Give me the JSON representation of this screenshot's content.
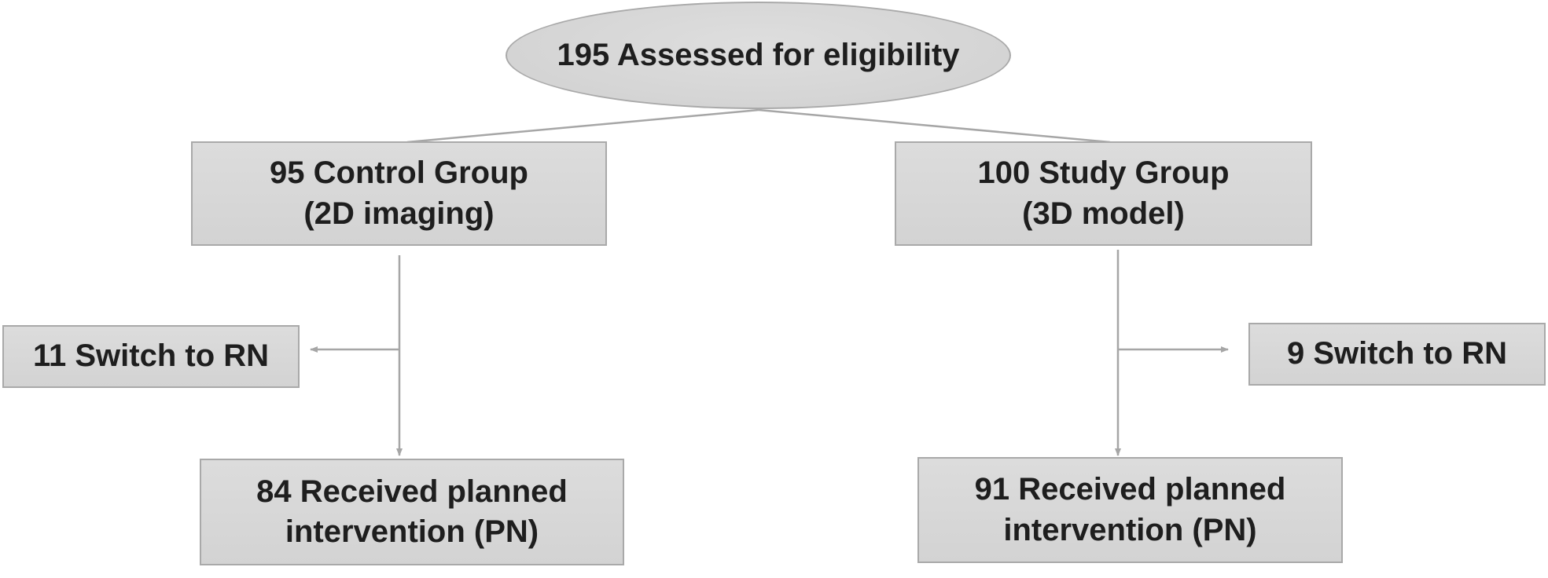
{
  "diagram": {
    "root": {
      "line1": "195 Assessed for eligibility"
    },
    "control_group": {
      "line1": "95 Control Group",
      "line2": "(2D imaging)"
    },
    "study_group": {
      "line1": "100 Study Group",
      "line2": "(3D model)"
    },
    "control_switch": {
      "line1": "11 Switch to RN"
    },
    "study_switch": {
      "line1": "9 Switch to RN"
    },
    "control_received": {
      "line1": "84 Received planned",
      "line2": "intervention (PN)"
    },
    "study_received": {
      "line1": "91 Received planned",
      "line2": "intervention (PN)"
    }
  },
  "colors": {
    "box_fill": "#d6d6d6",
    "box_border": "#a9a9a9",
    "connector": "#a6a6a6",
    "text": "#1e1e1e"
  }
}
